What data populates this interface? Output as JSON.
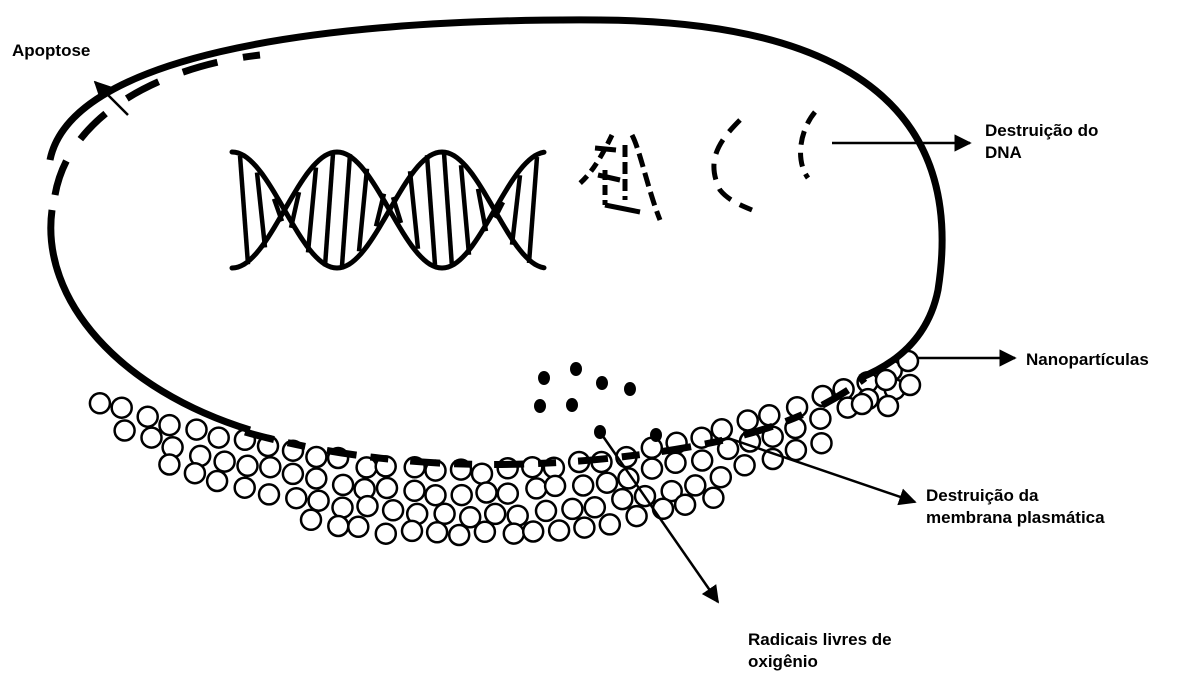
{
  "labels": {
    "apoptose": "Apoptose",
    "dna_destruction": [
      "Destruição do",
      "DNA"
    ],
    "nanoparticles": "Nanopartículas",
    "membrane_destruction": [
      "Destruição da",
      "membrana plasmática"
    ],
    "free_radicals": [
      "Radicais livres de",
      "oxigênio"
    ]
  },
  "colors": {
    "stroke": "#000000",
    "background": "#ffffff"
  }
}
